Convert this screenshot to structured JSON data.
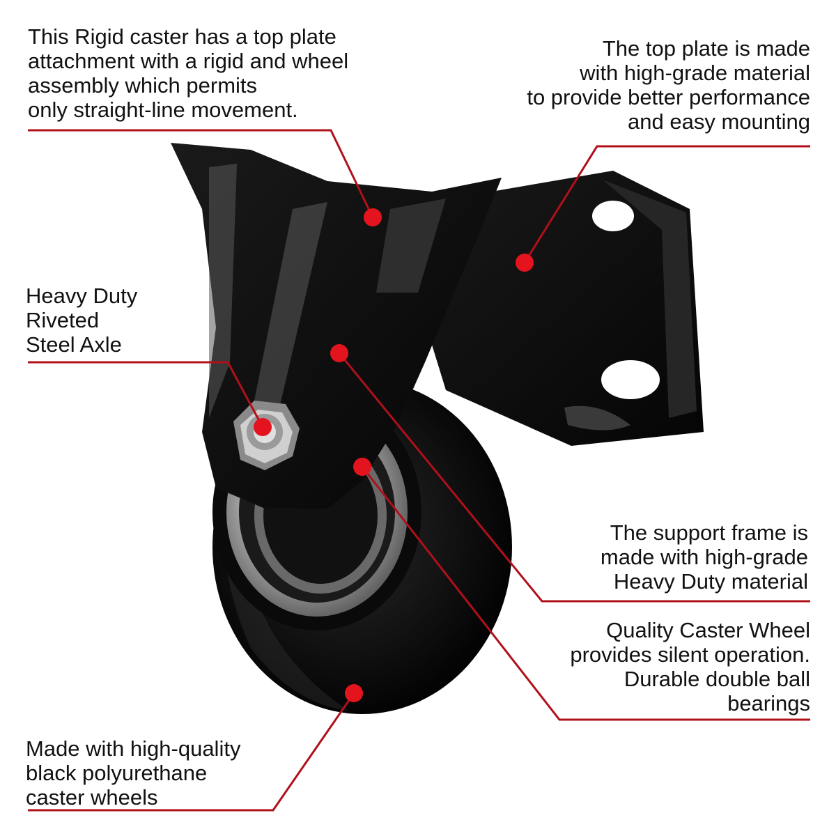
{
  "colors": {
    "callout_line": "#b0101a",
    "callout_dot": "#e4141e",
    "text": "#111111",
    "background": "#ffffff"
  },
  "callouts": {
    "top_plate_attachment": {
      "lines": [
        "This Rigid caster has a top plate",
        "attachment with a rigid and wheel",
        "assembly which permits",
        "only straight-line movement."
      ]
    },
    "top_plate_material": {
      "lines": [
        "The top plate is made",
        "with high-grade material",
        "to provide better performance",
        "and easy mounting"
      ]
    },
    "axle": {
      "lines": [
        "Heavy Duty",
        "Riveted",
        "Steel Axle"
      ]
    },
    "support_frame": {
      "lines": [
        "The support frame is",
        "made with high-grade",
        "Heavy Duty material"
      ]
    },
    "caster_wheel": {
      "lines": [
        "Quality Caster Wheel",
        "provides silent operation.",
        "Durable double ball",
        "bearings"
      ]
    },
    "polyurethane": {
      "lines": [
        "Made with high-quality",
        "black polyurethane",
        "caster wheels"
      ]
    }
  }
}
